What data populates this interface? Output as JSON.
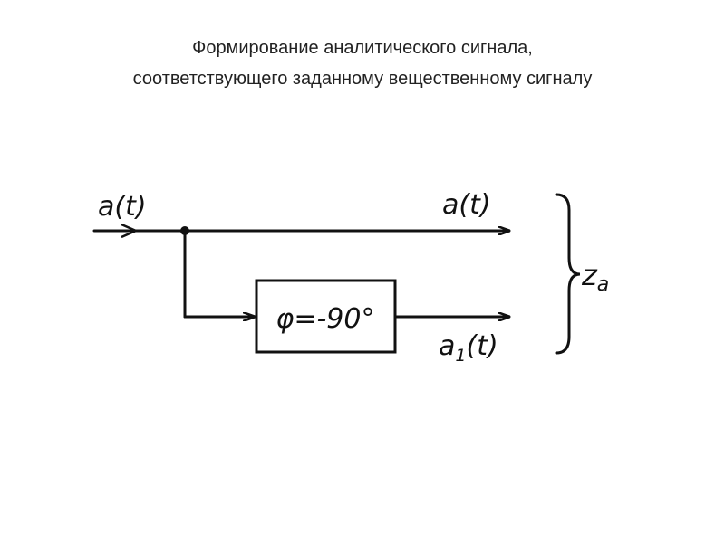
{
  "slide": {
    "title_line1": "Формирование аналитического сигнала,",
    "title_line2": "соответствующего заданному вещественному сигналу"
  },
  "diagram": {
    "input_label": "a(t)",
    "output_upper_label": "a(t)",
    "block_label": "φ=-90°",
    "output_lower_label_main": "a",
    "output_lower_label_sub": "1",
    "output_lower_label_tail": "(t)",
    "brace_label_main": "z",
    "brace_label_sub": "a"
  }
}
